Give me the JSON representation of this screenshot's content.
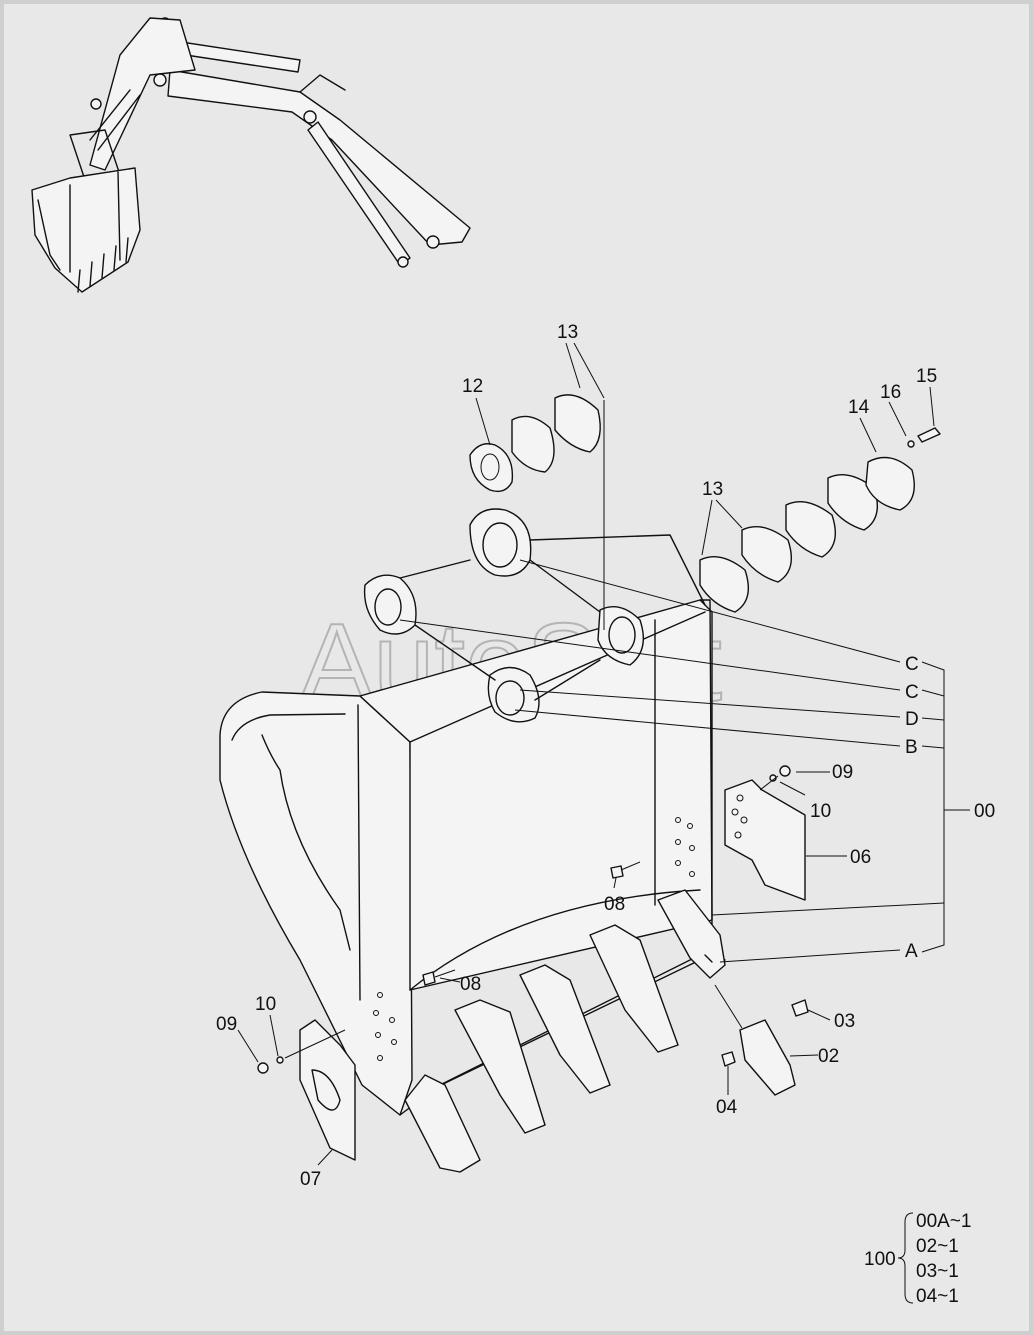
{
  "watermark": "AutoSoft",
  "callouts": {
    "c00": "00",
    "c02": "02",
    "c03": "03",
    "c04": "04",
    "c06": "06",
    "c07": "07",
    "c08a": "08",
    "c08b": "08",
    "c09a": "09",
    "c09b": "09",
    "c10a": "10",
    "c10b": "10",
    "c12": "12",
    "c13a": "13",
    "c13b": "13",
    "c14": "14",
    "c15": "15",
    "c16": "16"
  },
  "pin_labels": [
    "C",
    "C",
    "D",
    "B",
    "A"
  ],
  "kit": {
    "number": "100",
    "items": [
      "00A~1",
      "02~1",
      "03~1",
      "04~1"
    ]
  }
}
